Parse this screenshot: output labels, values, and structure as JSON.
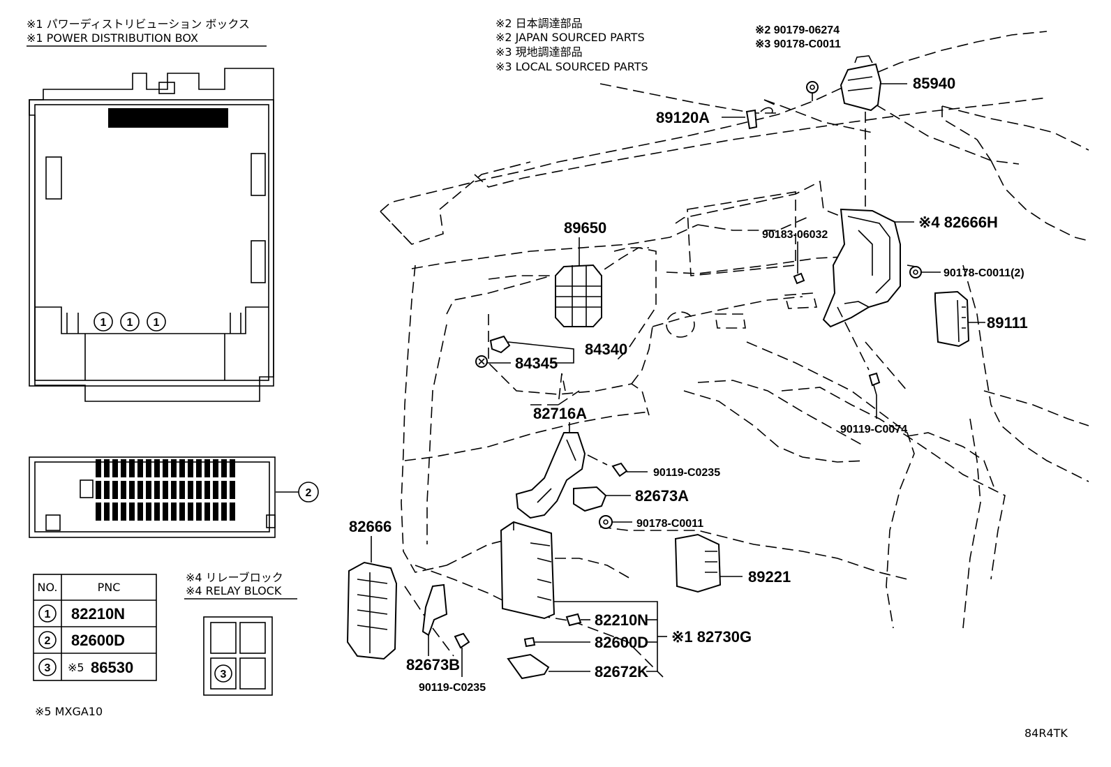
{
  "notes": {
    "n1_jp": "※1 パワーディストリビューション ボックス",
    "n1_en": "※1  POWER DISTRIBUTION BOX",
    "n2_jp": "※2 日本調達部品",
    "n2_en": "※2 JAPAN SOURCED PARTS",
    "n3_jp": "※3 現地調達部品",
    "n3_en": "※3 LOCAL SOURCED PARTS",
    "n4_jp": "※4 リレーブロック",
    "n4_en": "※4 RELAY BLOCK",
    "n5": "※5 MXGA10",
    "diagram_code": "84R4TK"
  },
  "pnc_table": {
    "header_no": "NO.",
    "header_pnc": "PNC",
    "rows": [
      {
        "no": "1",
        "pnc": "82210N"
      },
      {
        "no": "2",
        "pnc": "82600D"
      },
      {
        "no": "3",
        "prefix": "※5",
        "pnc": "86530"
      }
    ]
  },
  "box_callouts": {
    "c1": "1",
    "c2": "2",
    "c3": "3"
  },
  "labels": {
    "p90179": "※2 90179-06274",
    "p90178a": "※3 90178-C0011",
    "p85940": "85940",
    "p89120A": "89120A",
    "p82666H": "※4 82666H",
    "p90183": "90183-06032",
    "p90178b": "90178-C0011(2)",
    "p89111": "89111",
    "p89650": "89650",
    "p84340": "84340",
    "p84345": "84345",
    "p90119a": "90119-C0074",
    "p82716A": "82716A",
    "p90119b": "90119-C0235",
    "p82673A": "82673A",
    "p90178c": "90178-C0011",
    "p82666": "82666",
    "p89221": "89221",
    "p82210N": "82210N",
    "p82600D": "82600D",
    "p82730G": "※1 82730G",
    "p82672K": "82672K",
    "p82673B": "82673B",
    "p90119c": "90119-C0235"
  }
}
